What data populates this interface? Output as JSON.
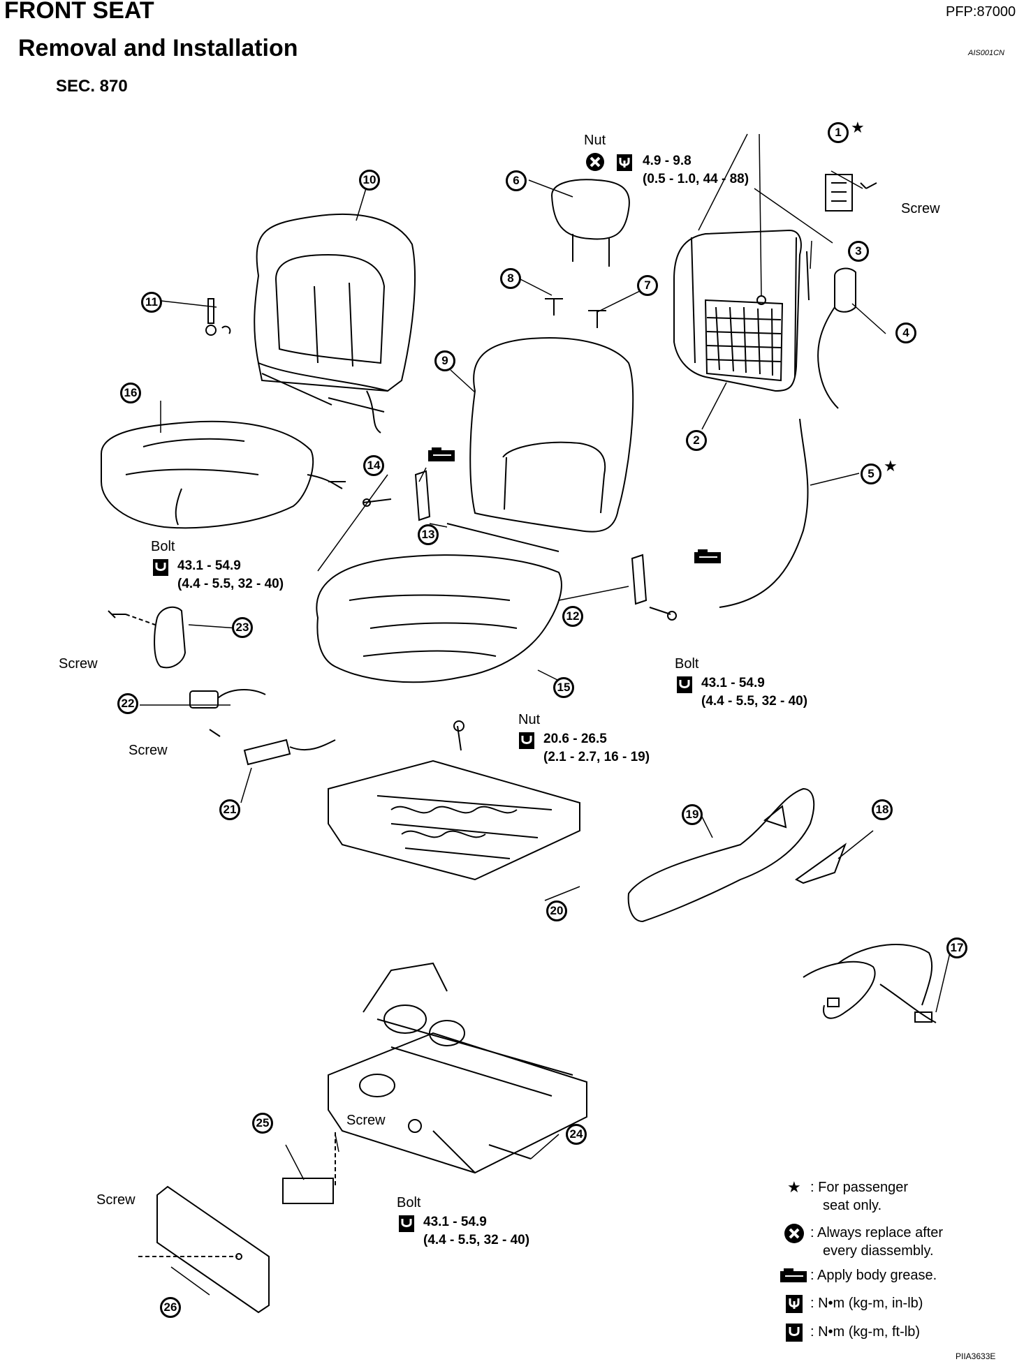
{
  "header": {
    "title": "FRONT SEAT",
    "pfp": "PFP:87000",
    "subtitle": "Removal and Installation",
    "code": "AIS001CN",
    "section": "SEC. 870"
  },
  "labels": {
    "nut_top": "Nut",
    "torque_top": "4.9 - 9.8",
    "torque_top_alt": "(0.5 - 1.0, 44 - 88)",
    "screw_1": "Screw",
    "bolt_left": "Bolt",
    "torque_left": "43.1 - 54.9",
    "torque_left_alt": "(4.4 - 5.5, 32 - 40)",
    "screw_23": "Screw",
    "screw_21": "Screw",
    "nut_mid": "Nut",
    "torque_mid": "20.6 - 26.5",
    "torque_mid_alt": "(2.1 - 2.7, 16 - 19)",
    "bolt_right": "Bolt",
    "torque_right": "43.1 - 54.9",
    "torque_right_alt": "(4.4 - 5.5, 32 - 40)",
    "screw_25": "Screw",
    "screw_26": "Screw",
    "bolt_bottom": "Bolt",
    "torque_bottom": "43.1 - 54.9",
    "torque_bottom_alt": "(4.4 - 5.5, 32 - 40)"
  },
  "callouts": {
    "c1": "1",
    "c2": "2",
    "c3": "3",
    "c4": "4",
    "c5": "5",
    "c6": "6",
    "c7": "7",
    "c8": "8",
    "c9": "9",
    "c10": "10",
    "c11": "11",
    "c12": "12",
    "c13": "13",
    "c14": "14",
    "c15": "15",
    "c16": "16",
    "c17": "17",
    "c18": "18",
    "c19": "19",
    "c20": "20",
    "c21": "21",
    "c22": "22",
    "c23": "23",
    "c24": "24",
    "c25": "25",
    "c26": "26"
  },
  "legend": {
    "star": "★",
    "star_text_1": ": For passenger",
    "star_text_2": "seat only.",
    "replace_text_1": ": Always replace after",
    "replace_text_2": "every diassembly.",
    "grease_text": ": Apply body grease.",
    "nm_inlb": ": N•m (kg-m, in-lb)",
    "nm_ftlb": ": N•m (kg-m, ft-lb)"
  },
  "footer": {
    "code": "PIIA3633E"
  },
  "icons": [
    "star-icon",
    "replace-icon",
    "grease-icon",
    "torque-inlb-icon",
    "torque-ftlb-icon"
  ]
}
